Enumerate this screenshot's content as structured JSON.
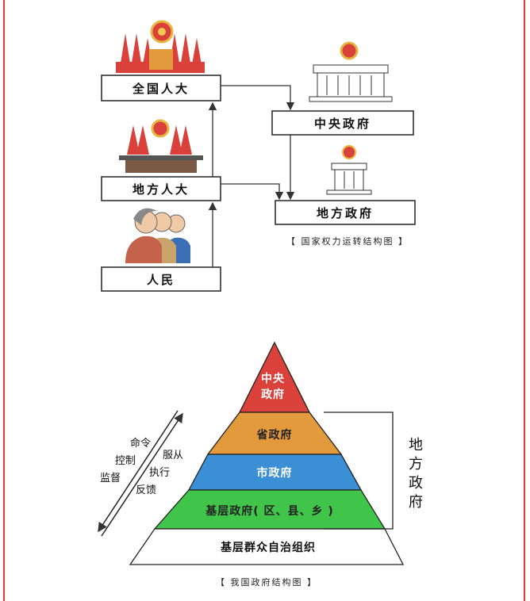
{
  "top_diagram": {
    "boxes": {
      "npc": "全国人大",
      "local_npc": "地方人大",
      "people": "人民",
      "central_gov": "中央政府",
      "local_gov": "地方政府"
    },
    "caption": "【 国家权力运转结构图 】"
  },
  "pyramid": {
    "levels": [
      {
        "line1": "中央",
        "line2": "政府",
        "color": "#d9413a"
      },
      {
        "line1": "省政府",
        "color": "#e39a3d"
      },
      {
        "line1": "市政府",
        "color": "#3b8fd4"
      },
      {
        "line1": "基层政府( 区、县、乡 )",
        "color": "#41c44a"
      },
      {
        "line1": "基层群众自治组织",
        "color": "#ffffff"
      }
    ],
    "left_labels_a": [
      "命令",
      "控制",
      "监督"
    ],
    "left_labels_b": [
      "服从",
      "执行",
      "反馈"
    ],
    "local_label": [
      "地",
      "方",
      "政",
      "府"
    ],
    "caption": "【 我国政府结构图 】"
  }
}
